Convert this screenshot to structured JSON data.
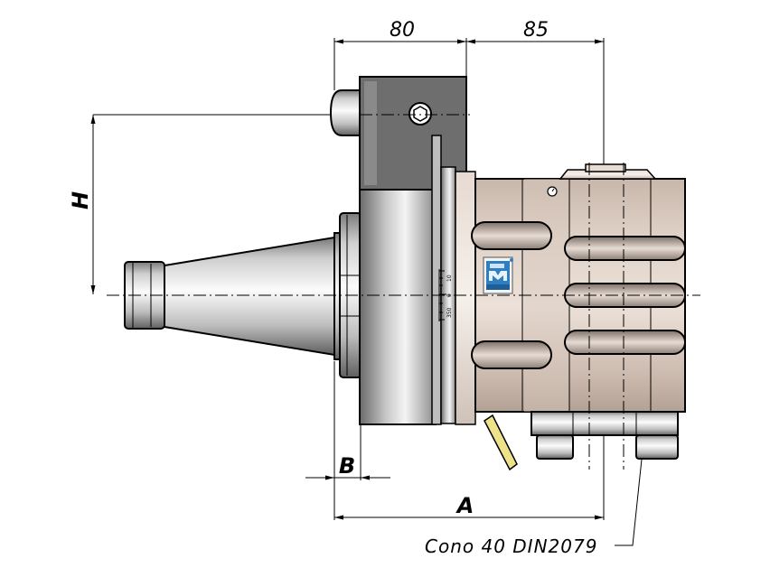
{
  "dimensions": {
    "top_left": "80",
    "top_right": "85",
    "height_label": "H",
    "b_label": "B",
    "a_label": "A"
  },
  "callout": {
    "text": "Cono 40 DIN2079"
  },
  "scale": {
    "labels": [
      "10",
      "0",
      "350"
    ]
  },
  "colors": {
    "body": "#d8c8bc",
    "body_shadow": "#b9a79b",
    "steel_light": "#f2f2f2",
    "steel_dark": "#6e6e6e",
    "logo_blue": "#2e7fc2",
    "wedge": "#eee28a"
  },
  "icons": {
    "logo": "mg-logo-icon",
    "screw": "socket-screw-icon",
    "dial": "dial-indicator-icon"
  }
}
